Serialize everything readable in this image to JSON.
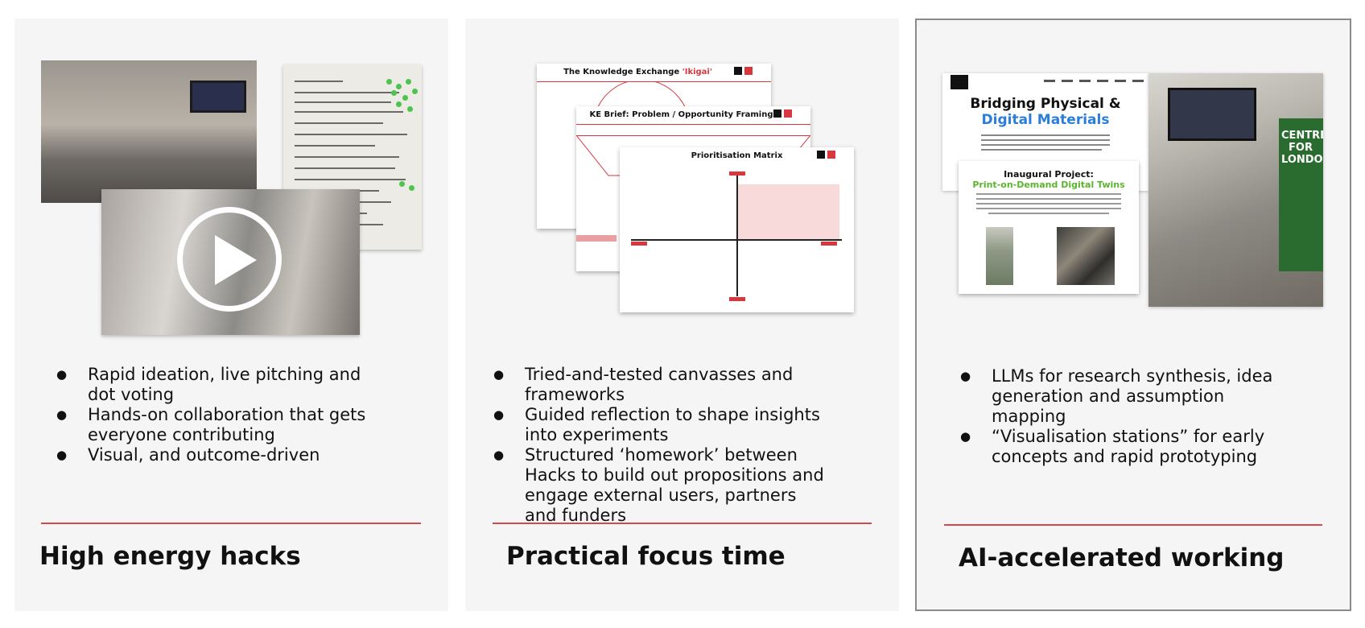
{
  "panels": [
    {
      "title": "High energy hacks",
      "bullets": [
        "Rapid ideation, live pitching and dot voting",
        "Hands-on collaboration that gets everyone contributing",
        "Visual, and outcome-driven"
      ]
    },
    {
      "title": "Practical focus time",
      "bullets": [
        "Tried-and-tested canvasses and frameworks",
        "Guided reflection to shape insights into experiments",
        "Structured ‘homework’ between Hacks to build out propositions and engage external users, partners and funders"
      ],
      "canvases": [
        {
          "title_main": "The Knowledge Exchange ",
          "title_accent": "'Ikigai'"
        },
        {
          "title": "KE Brief: Problem / Opportunity Framing"
        },
        {
          "title": "Prioritisation Matrix"
        }
      ]
    },
    {
      "title": "AI-accelerated working",
      "bullets": [
        "LLMs for research synthesis, idea generation and assumption mapping",
        "“Visualisation stations” for early concepts and rapid prototyping"
      ],
      "website": {
        "heading_line1": "Bridging Physical &",
        "heading_line2": "Digital Materials"
      },
      "project_card": {
        "heading_line1": "Inaugural Project:",
        "heading_line2": "Print-on-Demand Digital Twins"
      },
      "banner_text": "CENTRE FOR LONDON"
    }
  ],
  "colors": {
    "panel_bg": "#f5f5f5",
    "accent_red": "#d14b4b",
    "link_blue": "#2a7ddb",
    "accent_green": "#5bb52c"
  },
  "icons": [
    "play-icon"
  ]
}
